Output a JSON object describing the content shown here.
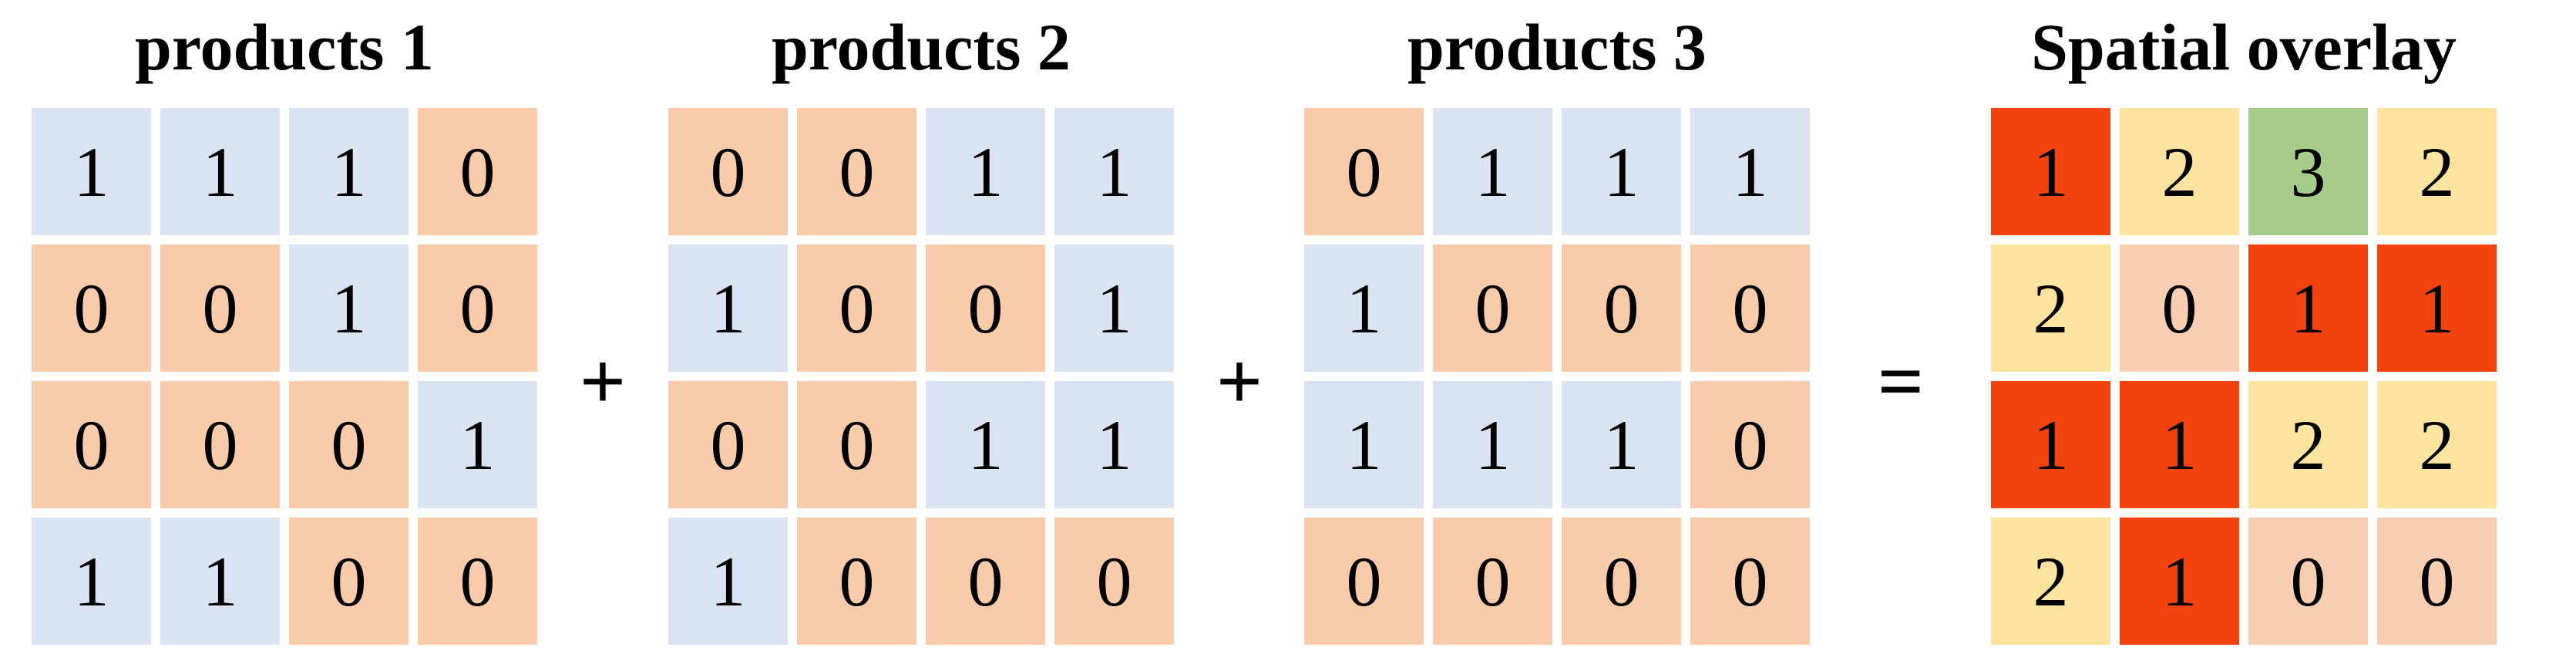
{
  "figure": {
    "grids": [
      {
        "id": "products-1",
        "title": "products 1",
        "type": "binary",
        "rows": [
          [
            1,
            1,
            1,
            0
          ],
          [
            0,
            0,
            1,
            0
          ],
          [
            0,
            0,
            0,
            1
          ],
          [
            1,
            1,
            0,
            0
          ]
        ]
      },
      {
        "id": "products-2",
        "title": "products 2",
        "type": "binary",
        "rows": [
          [
            0,
            0,
            1,
            1
          ],
          [
            1,
            0,
            0,
            1
          ],
          [
            0,
            0,
            1,
            1
          ],
          [
            1,
            0,
            0,
            0
          ]
        ]
      },
      {
        "id": "products-3",
        "title": "products 3",
        "type": "binary",
        "rows": [
          [
            0,
            1,
            1,
            1
          ],
          [
            1,
            0,
            0,
            0
          ],
          [
            1,
            1,
            1,
            0
          ],
          [
            0,
            0,
            0,
            0
          ]
        ]
      },
      {
        "id": "spatial-overlay",
        "title": "Spatial overlay",
        "type": "overlay",
        "rows": [
          [
            1,
            2,
            3,
            2
          ],
          [
            2,
            0,
            1,
            1
          ],
          [
            1,
            1,
            2,
            2
          ],
          [
            2,
            1,
            0,
            0
          ]
        ]
      }
    ],
    "operators": [
      {
        "symbol": "+"
      },
      {
        "symbol": "+"
      },
      {
        "symbol": "="
      }
    ],
    "colors": {
      "binary_one_bg": "#dae3f1",
      "binary_zero_bg": "#f8cbaa",
      "overlay_0_bg": "#f7ceb2",
      "overlay_1_bg": "#f4430e",
      "overlay_2_bg": "#fee49e",
      "overlay_3_bg": "#a6cc8b",
      "text": "#000000"
    }
  }
}
